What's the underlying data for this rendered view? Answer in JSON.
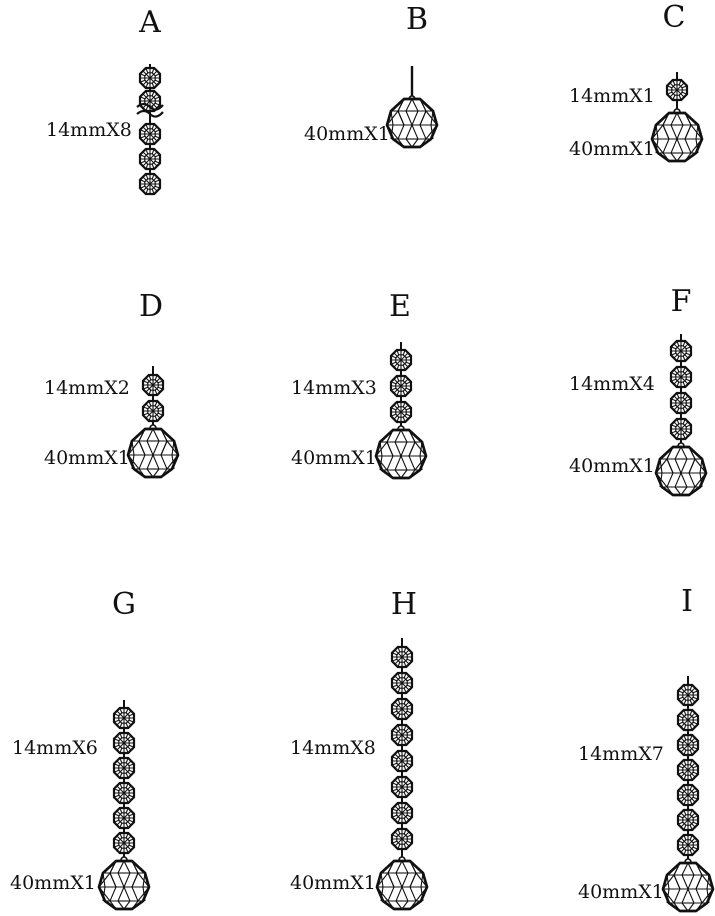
{
  "diagram": {
    "items": [
      {
        "letter": "A",
        "labels": [
          "14mmX8"
        ],
        "beads_14mm": 5,
        "break_mark": true,
        "balls_40mm": 0
      },
      {
        "letter": "B",
        "labels": [
          "40mmX1"
        ],
        "beads_14mm": 0,
        "break_mark": false,
        "balls_40mm": 1
      },
      {
        "letter": "C",
        "labels": [
          "14mmX1",
          "40mmX1"
        ],
        "beads_14mm": 1,
        "break_mark": false,
        "balls_40mm": 1
      },
      {
        "letter": "D",
        "labels": [
          "14mmX2",
          "40mmX1"
        ],
        "beads_14mm": 2,
        "break_mark": false,
        "balls_40mm": 1
      },
      {
        "letter": "E",
        "labels": [
          "14mmX3",
          "40mmX1"
        ],
        "beads_14mm": 3,
        "break_mark": false,
        "balls_40mm": 1
      },
      {
        "letter": "F",
        "labels": [
          "14mmX4",
          "40mmX1"
        ],
        "beads_14mm": 4,
        "break_mark": false,
        "balls_40mm": 1
      },
      {
        "letter": "G",
        "labels": [
          "14mmX6",
          "40mmX1"
        ],
        "beads_14mm": 6,
        "break_mark": false,
        "balls_40mm": 1
      },
      {
        "letter": "H",
        "labels": [
          "14mmX8",
          "40mmX1"
        ],
        "beads_14mm": 8,
        "break_mark": false,
        "balls_40mm": 1
      },
      {
        "letter": "I",
        "labels": [
          "14mmX7",
          "40mmX1"
        ],
        "beads_14mm": 7,
        "break_mark": false,
        "balls_40mm": 1
      }
    ],
    "colors": {
      "ink": "#111111",
      "background": "#ffffff"
    }
  }
}
